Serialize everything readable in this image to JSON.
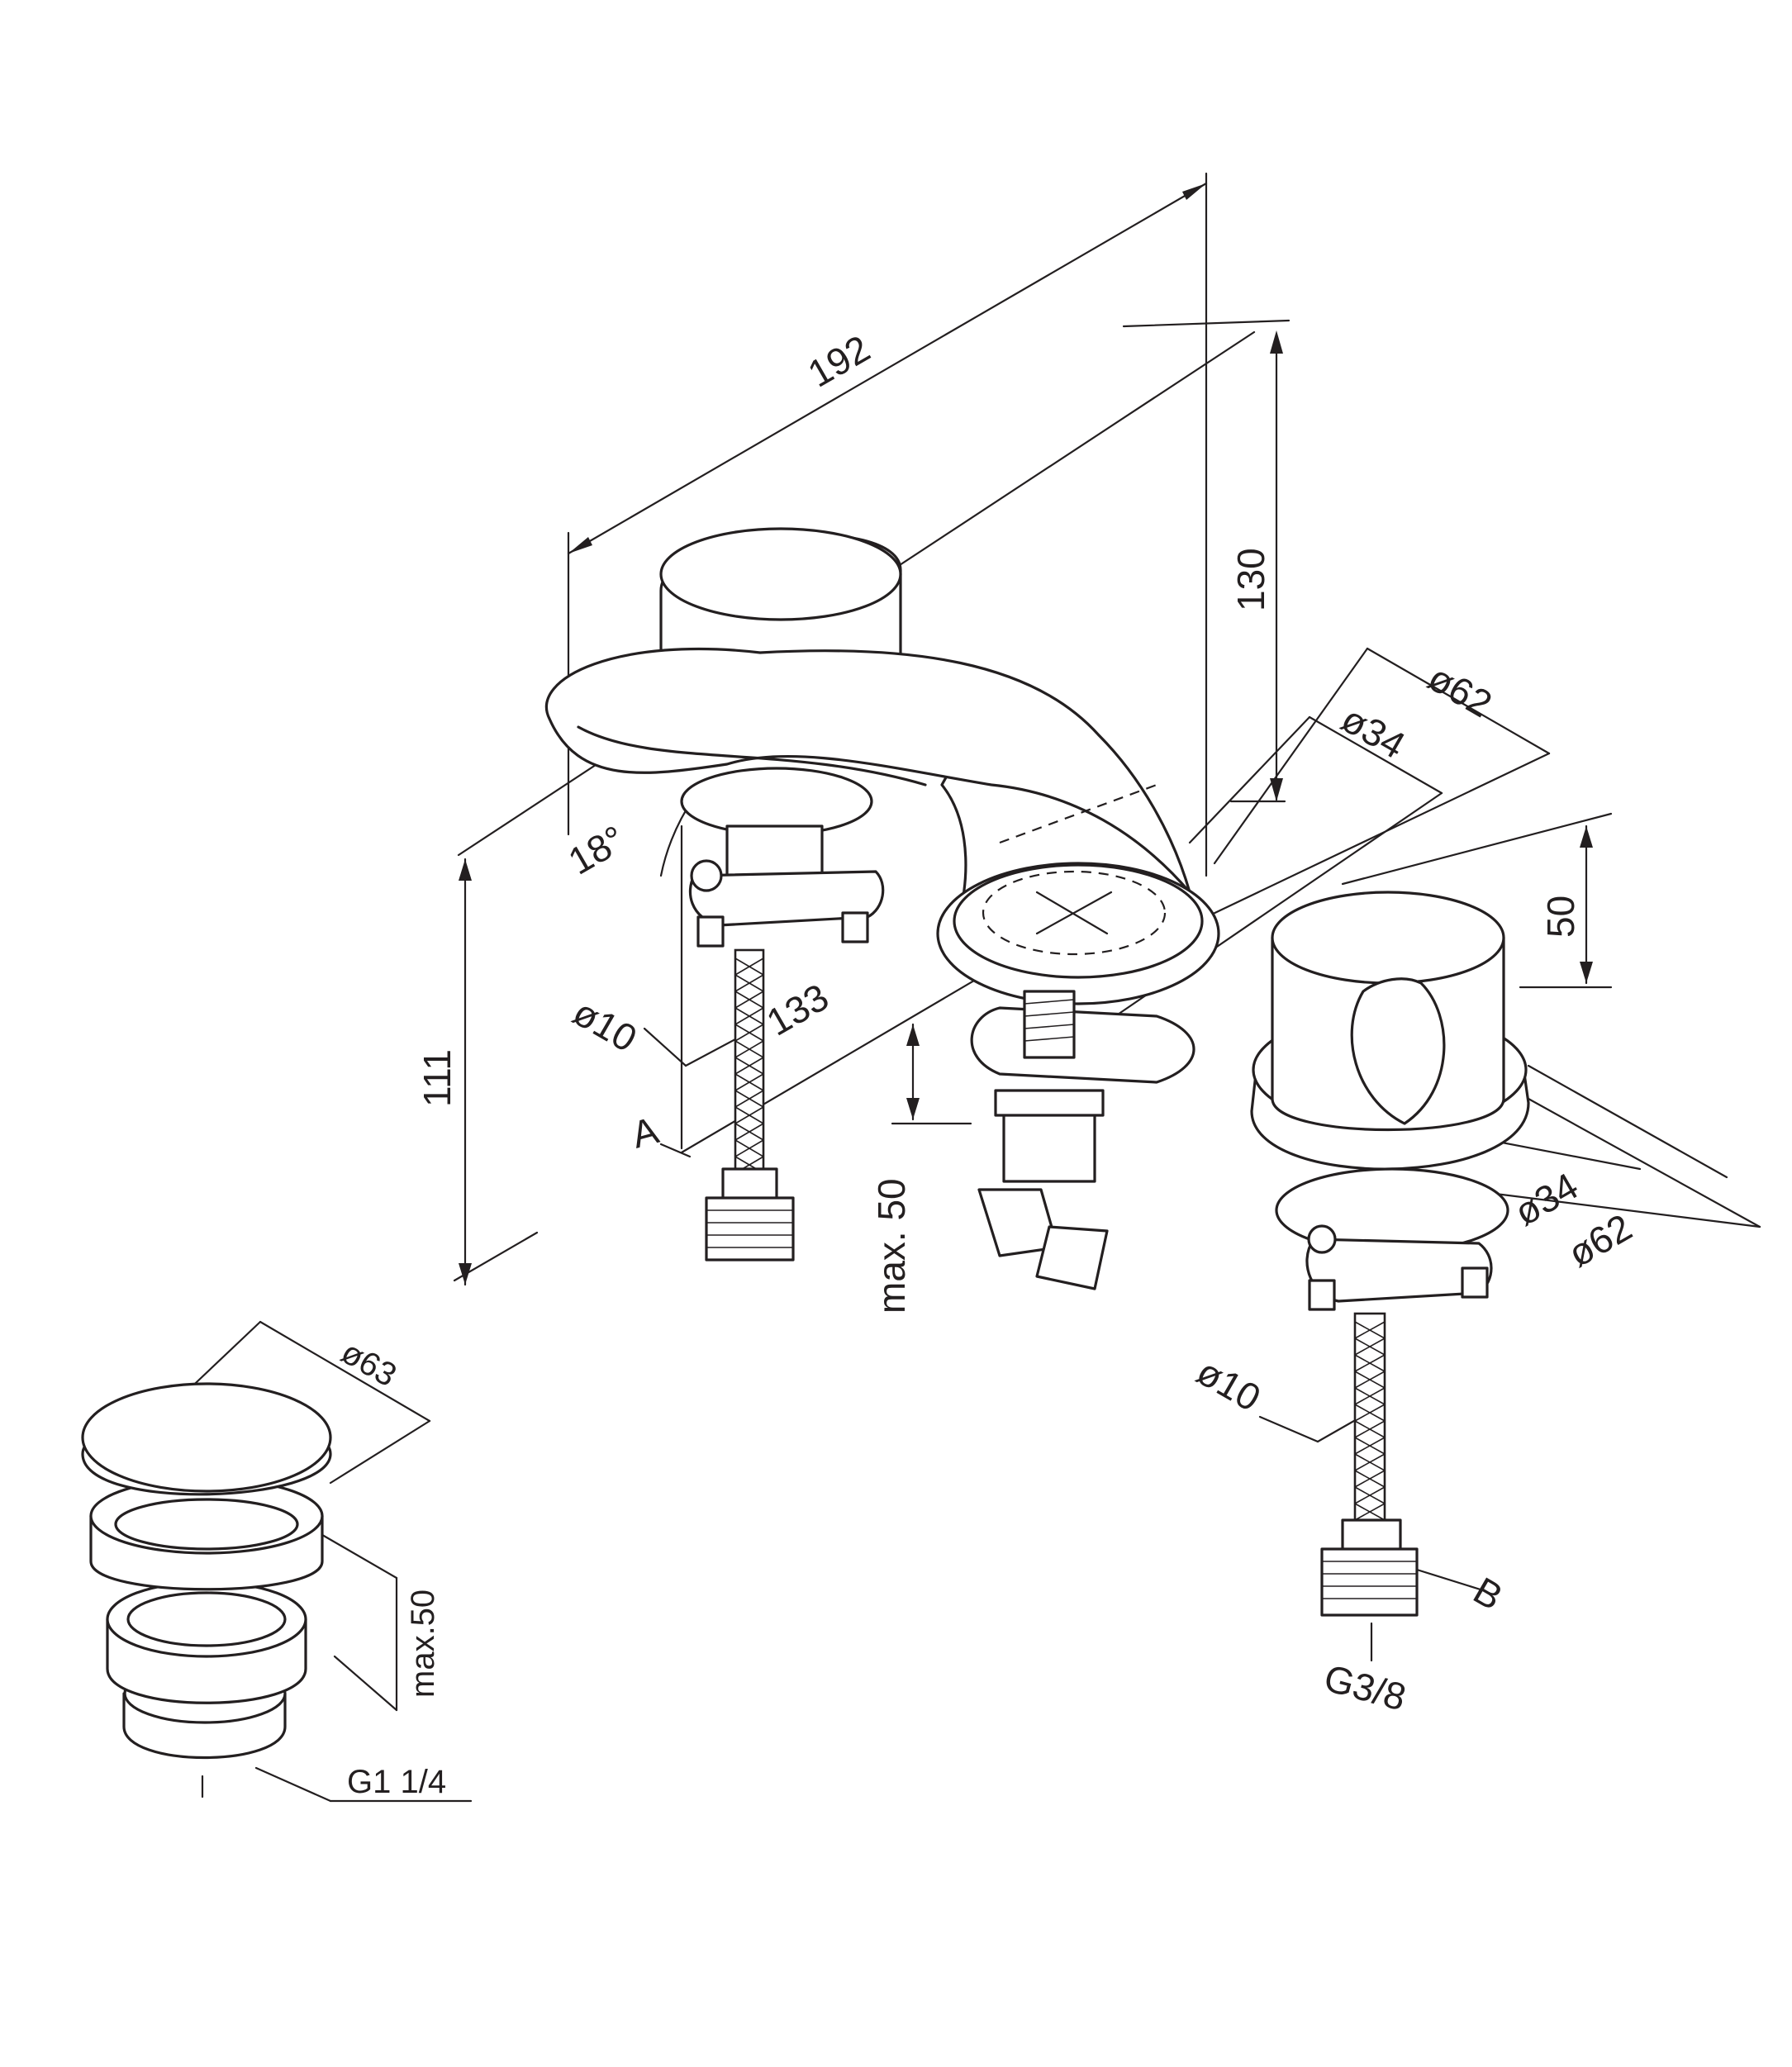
{
  "labels": {
    "overall_length": "192",
    "spout_height": "130",
    "base_diameter_top": "ø62",
    "stem_diameter_top": "ø34",
    "handle_height": "50",
    "spout_angle": "18°",
    "hose_diameter_left": "ø10",
    "handle_spacing": "133",
    "total_height": "111",
    "point_a": "A",
    "max_deck_thickness": "max. 50",
    "stem_diameter_right": "ø34",
    "base_diameter_right": "ø62",
    "hose_diameter_right": "ø10",
    "point_b": "B",
    "hose_thread": "G3/8",
    "drain_diameter": "ø63",
    "drain_max_thickness": "max.50",
    "drain_thread": "G1 1/4"
  }
}
